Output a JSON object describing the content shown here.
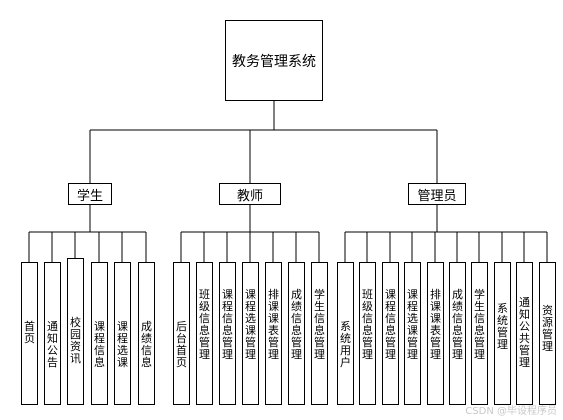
{
  "root": "教务管理系统",
  "categories": [
    {
      "label": "学生",
      "items": [
        "首页",
        "通知公告",
        "校园资讯",
        "课程信息",
        "课程选课",
        "成绩信息"
      ]
    },
    {
      "label": "教师",
      "items": [
        "后台首页",
        "班级信息管理",
        "课程信息管理",
        "课程选课管理",
        "排课课表管理",
        "成绩信息管理",
        "学生信息管理"
      ]
    },
    {
      "label": "管理员",
      "items": [
        "系统用户",
        "班级信息管理",
        "课程信息管理",
        "课程选课管理",
        "排课课表管理",
        "成绩信息管理",
        "学生信息管理",
        "系统管理",
        "通知公共管理",
        "资源管理"
      ]
    }
  ],
  "watermark": "CSDN @毕设程序员"
}
